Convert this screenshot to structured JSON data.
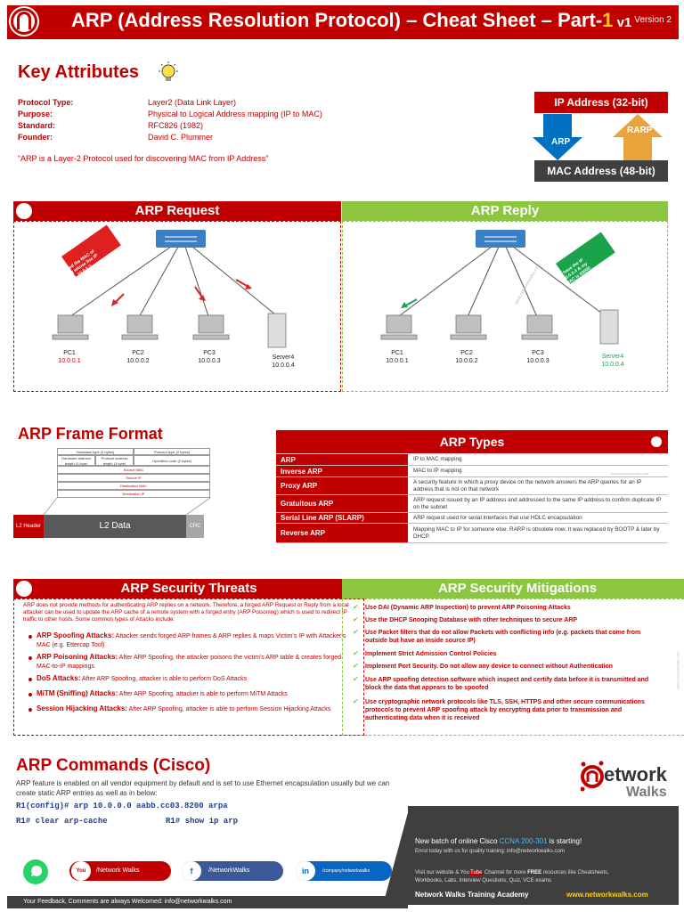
{
  "header": {
    "title": "ARP (Address Resolution Protocol) – Cheat Sheet – Part-",
    "part_num": "1",
    "part_suffix": " v1",
    "version": "Version 2"
  },
  "key_attributes": {
    "title": "Key Attributes",
    "rows": [
      {
        "label": "Protocol Type:",
        "value": "Layer2 (Data Link Layer)"
      },
      {
        "label": "Purpose:",
        "value": "Physical to Logical Address mapping (IP to MAC)"
      },
      {
        "label": "Standard:",
        "value": "RFC826 (1982)"
      },
      {
        "label": "Founder:",
        "value": "David C. Plummer"
      }
    ],
    "quote": "“ARP is a Layer-2 Protocol used for discovering MAC from IP Address”"
  },
  "address_diagram": {
    "ip": "IP Address (32-bit)",
    "mac": "MAC Address (48-bit)",
    "arp": "ARP",
    "rarp": "RARP",
    "colors": {
      "ip": "#c00000",
      "mac": "#404040",
      "arp_arrow": "#0070c0",
      "rarp_arrow": "#e8a33a"
    }
  },
  "arp_request": {
    "title": "ARP Request",
    "flag": [
      "I need the MAC of",
      "host whose live IP",
      "10.0.0.3"
    ],
    "hosts": [
      {
        "name": "PC1",
        "ip": "10.0.0.1"
      },
      {
        "name": "PC2",
        "ip": "10.0.0.2"
      },
      {
        "name": "PC3",
        "ip": "10.0.0.3"
      },
      {
        "name": "Server4",
        "ip": "10.0.0.4"
      }
    ]
  },
  "arp_reply": {
    "title": "ARP Reply",
    "flag": [
      "I have the IP",
      "10.0.0.4 & my",
      "MAC is 00000"
    ],
    "watermark": "www.networkwalks.com",
    "hosts": [
      {
        "name": "PC1",
        "ip": "10.0.0.1"
      },
      {
        "name": "PC2",
        "ip": "10.0.0.2"
      },
      {
        "name": "PC3",
        "ip": "10.0.0.3"
      },
      {
        "name": "Server4",
        "ip": "10.0.0.4"
      }
    ]
  },
  "frame_format": {
    "title": "ARP Frame Format",
    "rows": [
      [
        "Hardware type (2 bytes)",
        "Protocol type (2 bytes)"
      ],
      [
        "Hardware address length (1 byte)",
        "Protocol address length (1 byte)",
        "Operation code (2 bytes)"
      ]
    ],
    "fields": [
      "Source MAC",
      "Source IP",
      "Destination MAC",
      "Destination IP"
    ],
    "l2_header": "L2 Header",
    "l2_data": "L2 Data",
    "crc": "CRC"
  },
  "arp_types": {
    "title": "ARP Types",
    "watermark": "www.networkwalks.com",
    "rows": [
      {
        "name": "ARP",
        "desc": "IP to MAC mapping"
      },
      {
        "name": "Inverse ARP",
        "desc": "MAC to IP mapping"
      },
      {
        "name": "Proxy ARP",
        "desc": "A security feature in which a proxy device on the network answers the ARP queries for an IP address that is not on that network"
      },
      {
        "name": "Gratuitous ARP",
        "desc": "ARP request issued by an IP address and addressed to the same IP address to confirm duplicate IP on the subnet"
      },
      {
        "name": "Serial Line ARP (SLARP)",
        "desc": "ARP request used for serial interfaces that use HDLC encapsulation"
      },
      {
        "name": "Reverse ARP",
        "desc": "Mapping MAC to IP for someone else. RARP is obsolete now. It was replaced by BOOTP & later by DHCP."
      }
    ]
  },
  "threats": {
    "title": "ARP Security Threats",
    "intro": "ARP does not provide methods for authenticating ARP replies on a network. Therefore, a forged ARP Request or Reply from a local attacker can be used to update the ARP cache of a remote system with a forged entry (ARP Poisoning) which is used to redirect IP traffic to other hosts. Some common types of Attacks include:",
    "items": [
      {
        "name": "ARP Spoofing Attacks:",
        "desc": " Attacker sends forged ARP frames & ARP replies & maps Victim's IP with Attacker's MAC (e.g. Ettercap Tool)"
      },
      {
        "name": "ARP Poisoning Attacks:",
        "desc": " After ARP Spoofing, the attacker poisons the victim's ARP table & creates forged MAC-to-IP mappings"
      },
      {
        "name": "DoS Attacks:",
        "desc": " After ARP Spoofing, attacker is able to perform DoS Attacks"
      },
      {
        "name": "MiTM (Sniffing) Attacks:",
        "desc": " After ARP Spoofing, attacker is able to perform MiTM Attacks"
      },
      {
        "name": "Session Hijacking Attacks:",
        "desc": " After ARP Spoofing, attacker is able to perform Session Hijacking Attacks"
      }
    ]
  },
  "mitigations": {
    "title": "ARP Security Mitigations",
    "watermark": "www.networkwalks.com",
    "items": [
      "Use DAI (Dynamic ARP Inspection) to prevent ARP Poisoning Attacks",
      "Use the DHCP Snooping Database with other techniques to secure ARP",
      "Use Packet filters that do not allow Packets with conflicting info (e.g. packets that come from outside but have an inside source IP)",
      "Implement Strict Admission Control Policies",
      "Implement Port Security. Do not allow any device to connect without Authentication",
      "Use ARP spoofing detection software which inspect and certify data before it is transmitted and block the data that appears to be spoofed",
      "Use cryptographic network protocols like TLS, SSH, HTTPS and other secure communications protocols to prevent ARP spoofing attack by encrypting data prior to transmission and authenticating data when it is received"
    ]
  },
  "commands": {
    "title": "ARP Commands (Cisco)",
    "intro": "ARP feature is enabled on all vendor equipment by default and is set to use Ethernet encapsulation usually but we can create static ARP entries as well as in below:",
    "cmd1": "R1(config)# arp 10.0.0.0 aabb.cc03.8200 arpa",
    "cmd2": "R1# clear arp-cache",
    "cmd3": "R1# show ip arp"
  },
  "brand": {
    "network": "etwork",
    "walks": "Walks"
  },
  "promo": {
    "line1_a": "New batch of online Cisco ",
    "line1_b": "CCNA 200-301",
    "line1_c": " is starting!",
    "line2": "Enrol today with us for quality training: info@networkwalks.com",
    "line3_a": "Visit our website & You",
    "line3_yt": "Tube",
    "line3_b": " Channel for more ",
    "line3_free": "FREE",
    "line3_c": " resources like Cheatsheets,",
    "line4": "Workbooks, Labs, Interview Questions, Quiz, VCE exams",
    "academy": "Network Walks Training Academy",
    "site": "www.networkwalks.com"
  },
  "social": {
    "youtube": "/Network Walks",
    "youtube_icon": "You",
    "facebook": "/NetworkWalks",
    "facebook_icon": "f",
    "linkedin": "/company/networkwalks",
    "linkedin_icon": "in"
  },
  "footer": {
    "feedback": "Your Feedback, Comments are always Welcomed: info@networkwalks.com"
  }
}
